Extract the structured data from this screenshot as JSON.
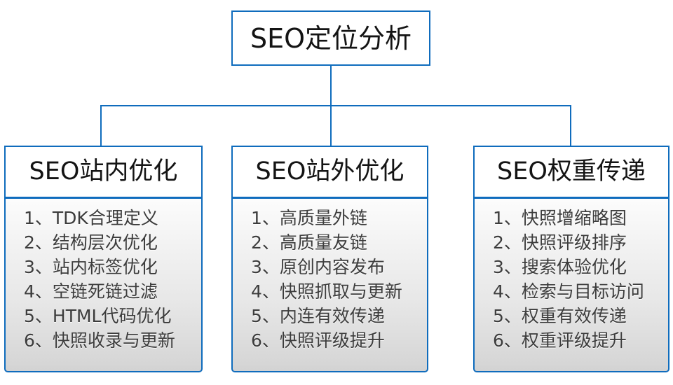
{
  "diagram": {
    "root": {
      "title": "SEO定位分析"
    },
    "branches": [
      {
        "title": "SEO站内优化",
        "items": [
          "1、TDK合理定义",
          "2、结构层次优化",
          "3、站内标签优化",
          "4、空链死链过滤",
          "5、HTML代码优化",
          "6、快照收录与更新"
        ]
      },
      {
        "title": "SEO站外优化",
        "items": [
          "1、高质量外链",
          "2、高质量友链",
          "3、原创内容发布",
          "4、快照抓取与更新",
          "5、内连有效传递",
          "6、快照评级提升"
        ]
      },
      {
        "title": "SEO权重传递",
        "items": [
          "1、快照增缩略图",
          "2、快照评级排序",
          "3、搜索体验优化",
          "4、检索与目标访问",
          "5、权重有效传递",
          "6、权重评级提升"
        ]
      }
    ],
    "colors": {
      "border": "#0f6cbd",
      "connector": "#0f6cbd",
      "title_text": "#141414",
      "item_text": "#3c3c3c",
      "panel_top": "#fcfcfc",
      "panel_bottom": "#d2d2d2",
      "canvas_background": "#ffffff"
    }
  }
}
